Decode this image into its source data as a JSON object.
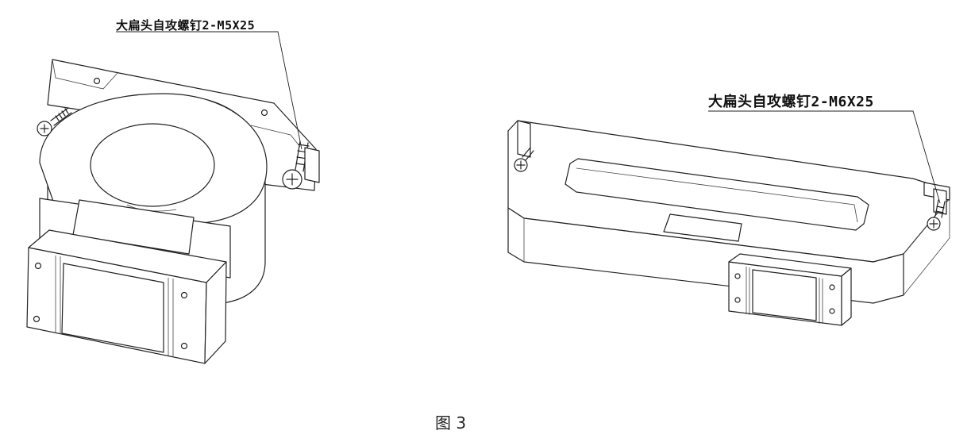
{
  "callouts": {
    "left_screw": "大扁头自攻螺钉2-M5X25",
    "right_screw": "大扁头自攻螺钉2-M6X25"
  },
  "caption": "图 3"
}
